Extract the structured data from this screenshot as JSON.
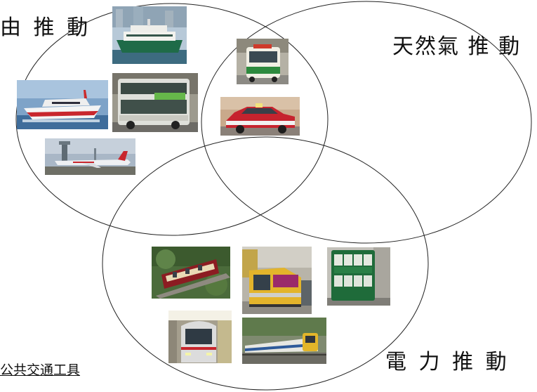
{
  "labels": {
    "oil": "由 推 動",
    "natural_gas": "天然氣 推 動",
    "electric": "電 力 推 動"
  },
  "footer": "公共交通工具",
  "colors": {
    "circle_stroke": "#222222",
    "background": "#ffffff"
  },
  "photos": [
    {
      "name": "star-ferry-photo",
      "set": "oil"
    },
    {
      "name": "jetfoil-ferry-photo",
      "set": "oil"
    },
    {
      "name": "double-decker-bus-photo",
      "set": "oil"
    },
    {
      "name": "airplane-photo",
      "set": "oil"
    },
    {
      "name": "minibus-photo",
      "set": "oil+natural_gas"
    },
    {
      "name": "taxi-photo",
      "set": "oil+natural_gas"
    },
    {
      "name": "peak-tram-photo",
      "set": "electric"
    },
    {
      "name": "light-rail-photo",
      "set": "electric"
    },
    {
      "name": "double-decker-tram-photo",
      "set": "electric"
    },
    {
      "name": "mtr-train-photo",
      "set": "electric"
    },
    {
      "name": "kcr-train-photo",
      "set": "electric"
    }
  ]
}
